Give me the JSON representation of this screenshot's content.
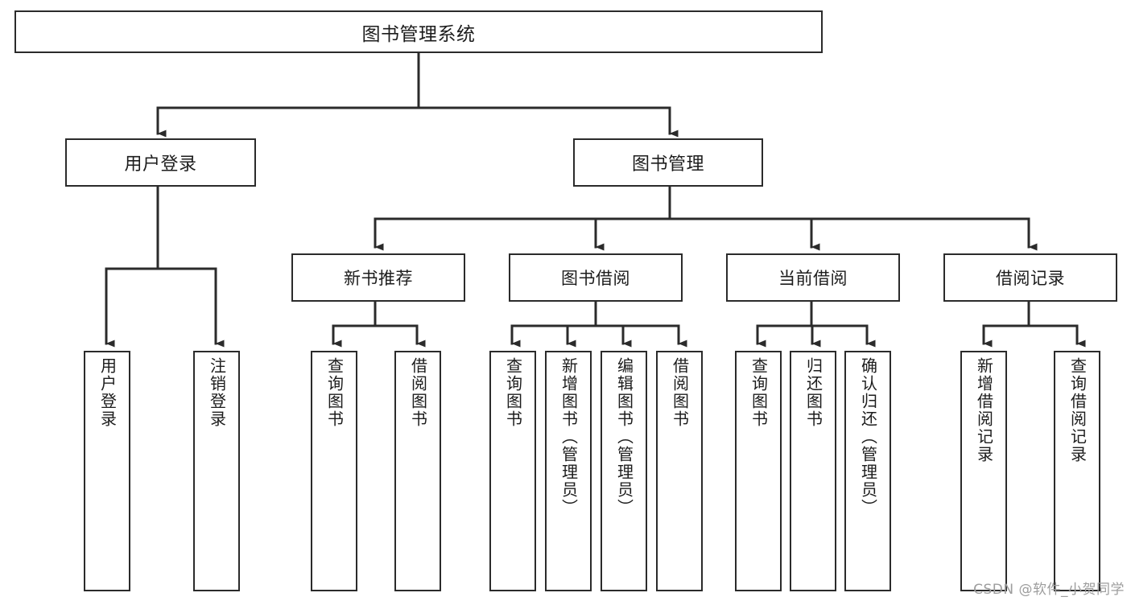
{
  "diagram": {
    "title": "图书管理系统",
    "type": "tree-hierarchy",
    "line_color": "#2b2b2b",
    "box_fill": "#ffffff",
    "text_color": "#1c1c1c"
  },
  "root": {
    "label": "图书管理系统"
  },
  "level2": [
    {
      "label": "用户登录"
    },
    {
      "label": "图书管理"
    }
  ],
  "level3": [
    {
      "label": "新书推荐"
    },
    {
      "label": "图书借阅"
    },
    {
      "label": "当前借阅"
    },
    {
      "label": "借阅记录"
    }
  ],
  "leaves": {
    "user_login": [
      {
        "label": "用户登录"
      },
      {
        "label": "注销登录"
      }
    ],
    "new_book": [
      {
        "label": "查询图书"
      },
      {
        "label": "借阅图书"
      }
    ],
    "book_borrow": [
      {
        "label": "查询图书"
      },
      {
        "label": "新增图书（管理员）"
      },
      {
        "label": "编辑图书（管理员）"
      },
      {
        "label": "借阅图书"
      }
    ],
    "current_borrow": [
      {
        "label": "查询图书"
      },
      {
        "label": "归还图书"
      },
      {
        "label": "确认归还（管理员）"
      }
    ],
    "borrow_record": [
      {
        "label": "新增借阅记录"
      },
      {
        "label": "查询借阅记录"
      }
    ]
  },
  "watermark": {
    "text": "CSDN @软件_小贺同学"
  }
}
